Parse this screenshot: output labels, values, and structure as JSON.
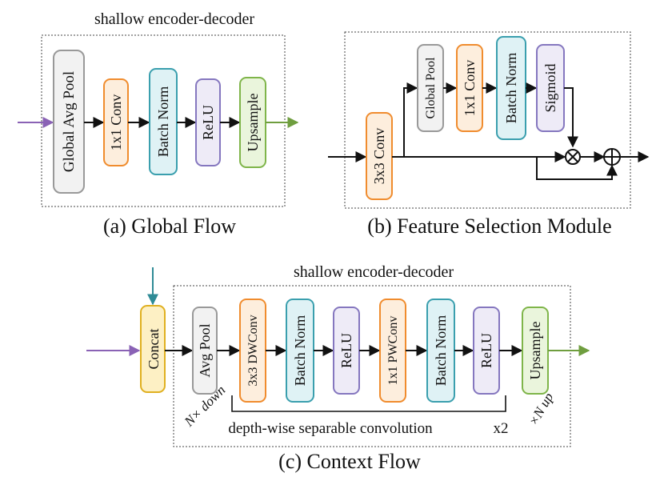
{
  "colors": {
    "gray": {
      "fill": "#f2f2f2",
      "stroke": "#999999"
    },
    "orange": {
      "fill": "#fdeedd",
      "stroke": "#f08c2e"
    },
    "blue": {
      "fill": "#dff2f5",
      "stroke": "#3a9fae"
    },
    "purple": {
      "fill": "#eeebf7",
      "stroke": "#8577bf"
    },
    "green": {
      "fill": "#eaf5dc",
      "stroke": "#7fb54a"
    },
    "yellow": {
      "fill": "#fdf0c4",
      "stroke": "#e0b020"
    },
    "purple_arrow": "#8a62b5",
    "green_arrow": "#6f9e3f",
    "teal_arrow": "#2f8b96"
  },
  "global_flow": {
    "caption": "(a) Global Flow",
    "group_label": "shallow encoder-decoder",
    "blocks": {
      "global_avg_pool": "Global Avg Pool",
      "conv1x1": "1x1 Conv",
      "batch_norm": "Batch Norm",
      "relu": "ReLU",
      "upsample": "Upsample"
    }
  },
  "feature_selection": {
    "caption": "(b) Feature Selection Module",
    "blocks": {
      "conv3x3": "3x3 Conv",
      "global_pool": "Global Pool",
      "conv1x1": "1x1 Conv",
      "batch_norm": "Batch Norm",
      "sigmoid": "Sigmoid"
    },
    "multiply_symbol": "⊗",
    "add_symbol": "⊕"
  },
  "context_flow": {
    "caption": "(c) Context Flow",
    "group_label": "shallow encoder-decoder",
    "blocks": {
      "concat": "Concat",
      "avg_pool": "Avg Pool",
      "dwconv": "3x3 DWConv",
      "batch_norm_1": "Batch Norm",
      "relu_1": "ReLU",
      "pwconv": "1x1 PWConv",
      "batch_norm_2": "Batch Norm",
      "relu_2": "ReLU",
      "upsample": "Upsample"
    },
    "down_label": "N× down",
    "up_label": "×N up",
    "bracket_label": "depth-wise separable convolution",
    "repeat_label": "x2"
  }
}
